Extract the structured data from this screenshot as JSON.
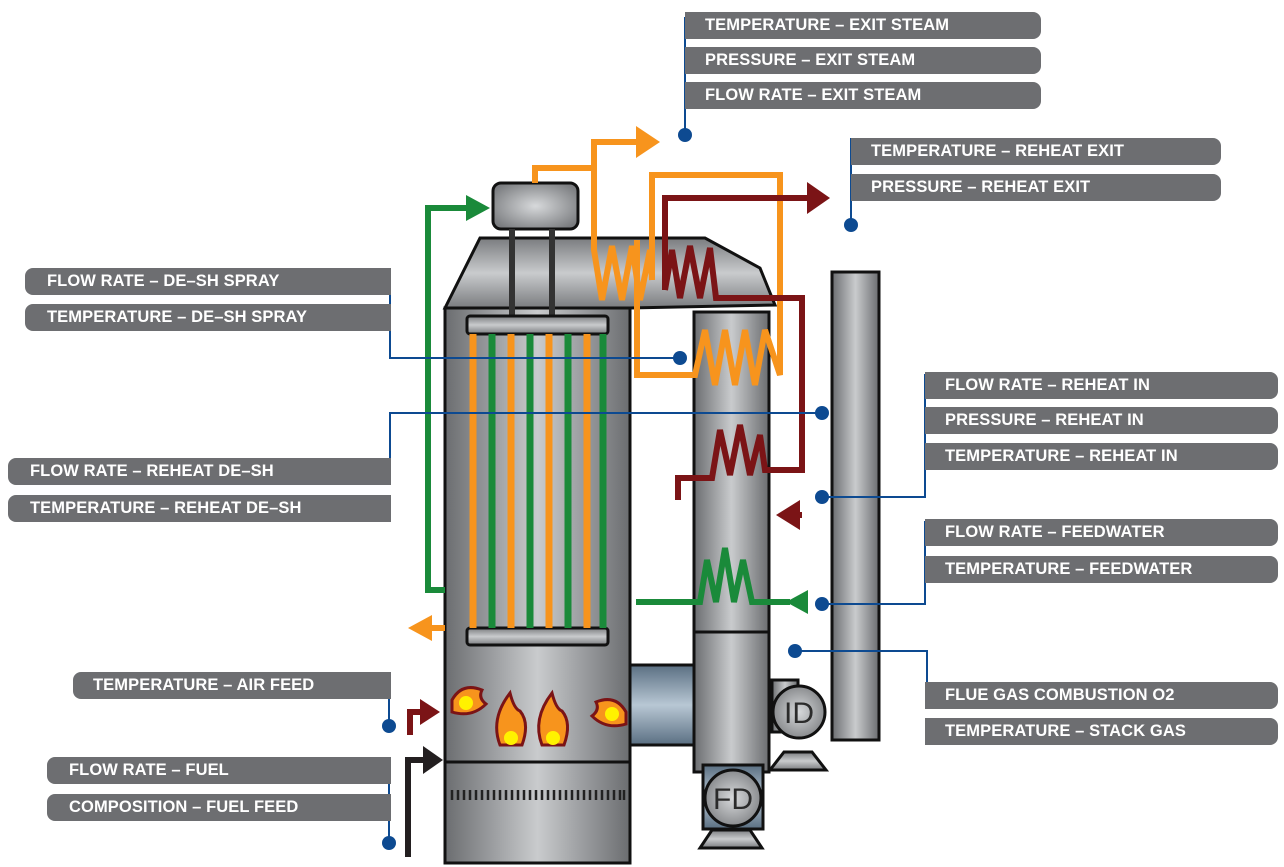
{
  "labels": {
    "exit_steam_temperature": "TEMPERATURE – EXIT STEAM",
    "exit_steam_pressure": "PRESSURE – EXIT STEAM",
    "exit_steam_flow": "FLOW RATE – EXIT STEAM",
    "reheat_exit_temperature": "TEMPERATURE – REHEAT EXIT",
    "reheat_exit_pressure": "PRESSURE – REHEAT EXIT",
    "desh_spray_flow": "FLOW RATE – DE–SH  SPRAY",
    "desh_spray_temperature": "TEMPERATURE – DE–SH SPRAY",
    "reheat_in_flow": "FLOW RATE – REHEAT IN",
    "reheat_in_pressure": "PRESSURE – REHEAT IN",
    "reheat_in_temperature": "TEMPERATURE – REHEAT IN",
    "reheat_desh_flow": "FLOW RATE – REHEAT DE–SH",
    "reheat_desh_temperature": "TEMPERATURE – REHEAT DE–SH",
    "feedwater_flow": "FLOW RATE – FEEDWATER",
    "feedwater_temperature": "TEMPERATURE – FEEDWATER",
    "air_feed_temperature": "TEMPERATURE – AIR FEED",
    "flue_gas_o2": "FLUE GAS COMBUSTION O2",
    "stack_gas_temperature": "TEMPERATURE – STACK GAS",
    "fuel_flow": "FLOW RATE – FUEL",
    "fuel_composition": "COMPOSITION – FUEL FEED"
  },
  "fans": {
    "induced_draft": "ID",
    "forced_draft": "FD"
  },
  "colors": {
    "label_background": "#6d6e71",
    "connector_line": "#0d4a91",
    "steam_orange": "#f7941d",
    "reheat_maroon": "#7b1416",
    "feedwater_green": "#1a8a3a",
    "fuel_black": "#231f20",
    "furnace_gray": "#9c9ea1"
  }
}
